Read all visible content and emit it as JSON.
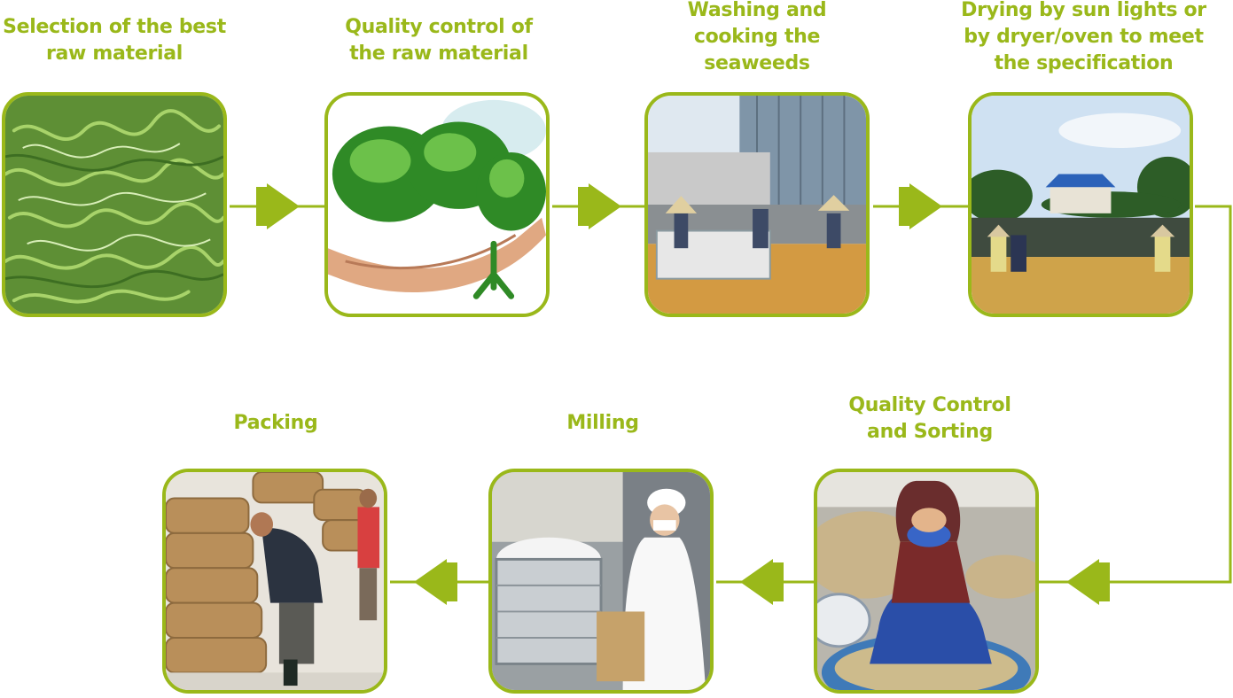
{
  "colors": {
    "accent": "#9ab81a"
  },
  "steps": [
    {
      "label": "Selection of the best\nraw material",
      "image": "seaweed-pile"
    },
    {
      "label": "Quality control of\nthe raw material",
      "image": "seaweed-in-hand"
    },
    {
      "label": "Washing and\ncooking the\nseaweeds",
      "image": "workers-washing"
    },
    {
      "label": "Drying by sun lights or\nby dryer/oven to meet\nthe specification",
      "image": "sun-drying"
    },
    {
      "label": "Quality Control\nand Sorting",
      "image": "sorting-worker"
    },
    {
      "label": "Milling",
      "image": "milling-machine"
    },
    {
      "label": "Packing",
      "image": "packing-sacks"
    }
  ]
}
